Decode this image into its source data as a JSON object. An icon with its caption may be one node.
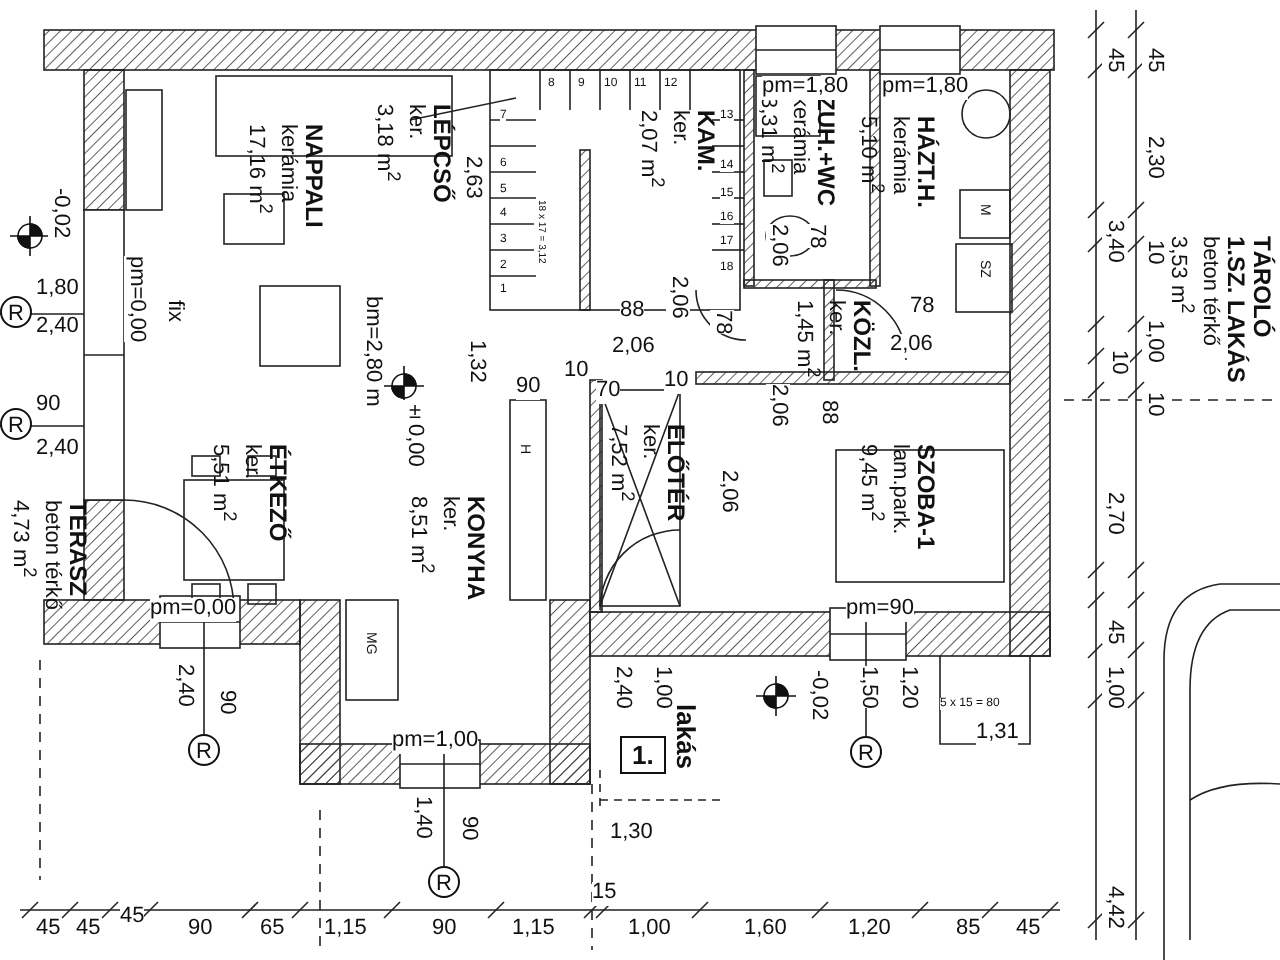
{
  "diagram": {
    "nodes": [
      {
        "text": [
          "NAPPALI",
          "kerámia",
          "17,16 m$^{2}$"
        ]
      },
      {
        "text": [
          "LÉPCSŐ",
          "ker.",
          "3,18 m$^{2}$"
        ]
      },
      {
        "text": [
          "KAM.",
          "ker.",
          "2,07 m$^{2}$"
        ]
      },
      {
        "text": [
          "ZUH.+WC",
          "kerámia",
          "3,31 m$^{2}$"
        ]
      },
      {
        "text": [
          "HÁZT.H.",
          "kerámia",
          "5,10 m$^{2}$"
        ]
      },
      {
        "text": [
          "KÖZL.",
          "ker.",
          "1,45 m$^{2}$"
        ]
      },
      {
        "text": [
          "ELŐTÉR",
          "ker.",
          "7,52 m$^{2}$"
        ]
      },
      {
        "text": [
          "SZOBA-1",
          "lam.park.",
          "9,45 m$^{2}$"
        ]
      },
      {
        "text": [
          "ÉTKEZŐ",
          "ker.",
          "5,51 m$^{2}$"
        ]
      },
      {
        "text": [
          "KONYHA",
          "ker.",
          "8,51 m$^{2}$"
        ]
      },
      {
        "text": [
          "TERASZ",
          "beton térkő",
          "4,73 m$^{2}$"
        ]
      },
      {
        "text": [
          "TÁROLÓ",
          "1.SZ. LAKÁS",
          "beton térkő",
          "3,53 m$^{2}$"
        ]
      },
      {
        "text": [
          "1."
        ],
        "beside": [
          "lakás"
        ]
      },
      {
        "text": [
          "R"
        ],
        "beside": [
          "1,80",
          "2,40"
        ]
      },
      {
        "text": [
          "R"
        ],
        "beside": [
          "90",
          "2,40"
        ]
      },
      {
        "text": [
          "R"
        ],
        "beside": [
          "2,40",
          "90"
        ]
      },
      {
        "text": [
          "R"
        ],
        "beside": [
          "1,40",
          "90"
        ]
      },
      {
        "text": [
          "R"
        ],
        "beside": [
          "1,50",
          "1,20"
        ]
      }
    ],
    "labels": [
      "pm=1,80",
      "pm=1,80",
      "-0,02",
      "pm=0,00",
      "fix",
      "2,63",
      "bm=2,80 m",
      "±0,00",
      "1,32",
      "90",
      "10",
      "70",
      "10",
      "88",
      "2,06",
      "2,06",
      "78",
      "2,06",
      "78",
      "78",
      "2,06",
      "2,06",
      "88",
      "2,06",
      "H",
      "MG",
      "M",
      "SZ",
      "pm=0,00",
      "pm=1,00",
      "2,40",
      "1,00",
      "pm=90",
      "-0,02",
      "5 x 15 = 80",
      "1,31",
      "1,30",
      "15",
      "45",
      "45",
      "2,30",
      "3,40",
      "10",
      "1,00",
      "10",
      "10",
      "2,70",
      "45",
      "1,00",
      "4,42",
      "45",
      "45",
      "45",
      "90",
      "65",
      "1,15",
      "90",
      "1,15",
      "1,00",
      "1,60",
      "1,20",
      "85",
      "45",
      "18 x 17 = 3,12",
      "1",
      "2",
      "3",
      "4",
      "5",
      "6",
      "7",
      "8",
      "9",
      "10",
      "11",
      "12",
      "13",
      "14",
      "15",
      "16",
      "17",
      "18"
    ]
  }
}
